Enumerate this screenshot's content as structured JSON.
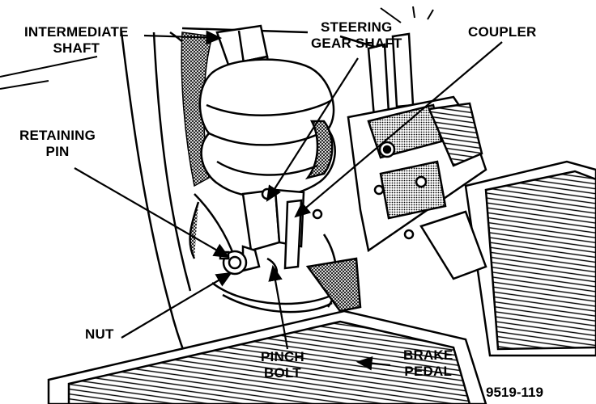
{
  "labels": {
    "intermediate_shaft": "INTERMEDIATE\nSHAFT",
    "steering_gear_shaft": "STEERING\nGEAR SHAFT",
    "coupler": "COUPLER",
    "retaining_pin": "RETAINING\nPIN",
    "nut": "NUT",
    "pinch_bolt": "PINCH\nBOLT",
    "brake_pedal": "BRAKE\nPEDAL"
  },
  "figure_id": "9519-119"
}
